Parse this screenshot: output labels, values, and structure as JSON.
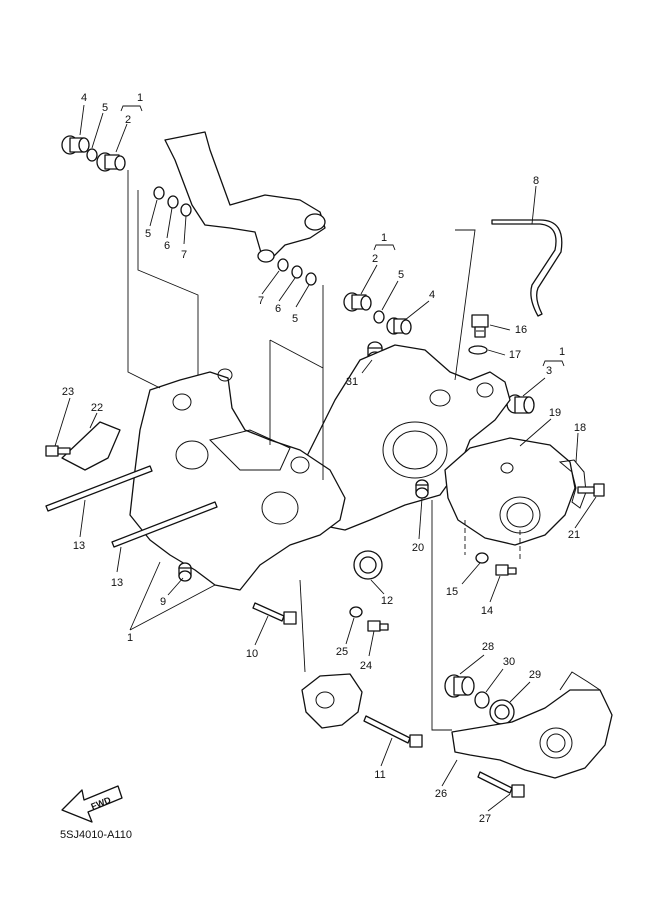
{
  "diagram_code": "5SJ4010-A110",
  "fwd_label": "FWD",
  "callouts": [
    "1",
    "2",
    "3",
    "4",
    "5",
    "6",
    "7",
    "8",
    "9",
    "10",
    "11",
    "12",
    "13",
    "14",
    "15",
    "16",
    "17",
    "18",
    "19",
    "20",
    "21",
    "22",
    "23",
    "24",
    "25",
    "26",
    "27",
    "28",
    "29",
    "30",
    "31"
  ],
  "colors": {
    "line": "#111111",
    "background": "#ffffff"
  }
}
